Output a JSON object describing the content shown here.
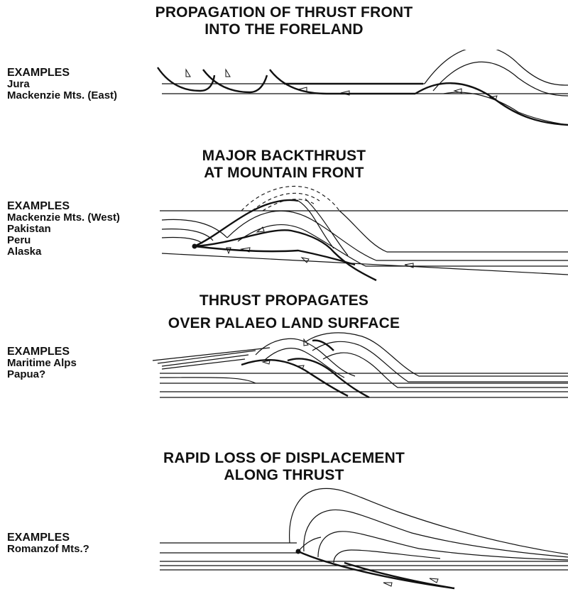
{
  "panels": [
    {
      "title_lines": [
        "PROPAGATION OF THRUST FRONT",
        "INTO THE FORELAND"
      ],
      "examples_label": "EXAMPLES",
      "examples": [
        "Jura",
        "Mackenzie Mts. (East)"
      ]
    },
    {
      "title_lines": [
        "MAJOR BACKTHRUST",
        "AT MOUNTAIN FRONT"
      ],
      "examples_label": "EXAMPLES",
      "examples": [
        "Mackenzie Mts. (West)",
        "Pakistan",
        "Peru",
        "Alaska"
      ]
    },
    {
      "title_lines": [
        "THRUST PROPAGATES",
        "OVER PALAEO LAND SURFACE"
      ],
      "examples_label": "EXAMPLES",
      "examples": [
        "Maritime Alps",
        "Papua?"
      ]
    },
    {
      "title_lines": [
        "RAPID LOSS OF DISPLACEMENT",
        "ALONG THRUST"
      ],
      "examples_label": "EXAMPLES",
      "examples": [
        "Romanzof Mts.?"
      ]
    }
  ]
}
